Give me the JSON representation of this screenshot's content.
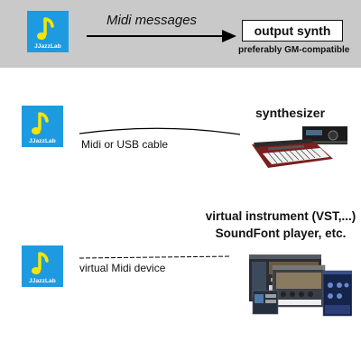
{
  "header": {
    "midi_messages_label": "Midi messages",
    "output_synth_label": "output synth",
    "gm_note": "preferably GM-compatible"
  },
  "app_icon": {
    "name": "music-note-icon",
    "caption": "JJazzLab",
    "color": "#1e9be0",
    "note_color": "#f5e600"
  },
  "rows": {
    "cable": {
      "connection_label": "Midi or USB cable",
      "device_title": "synthesizer"
    },
    "virtual": {
      "connection_label": "virtual Midi device",
      "device_title_line1": "virtual instrument (VST,...)",
      "device_title_line2": "SoundFont player, etc."
    }
  },
  "colors": {
    "top_band": "#c9c9c9",
    "background": "#ffffff"
  }
}
